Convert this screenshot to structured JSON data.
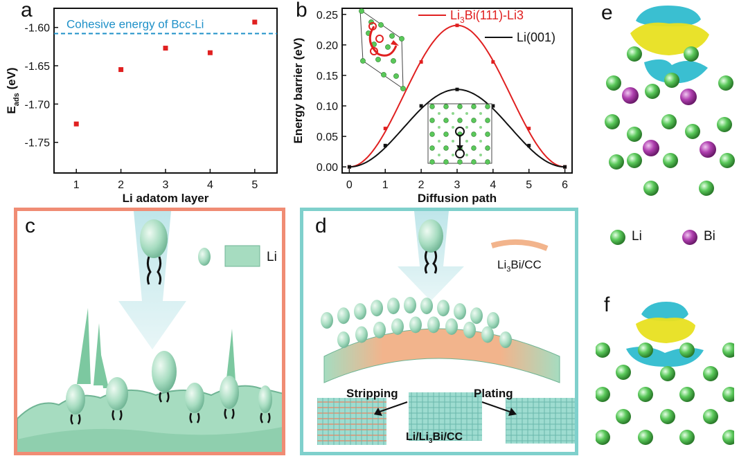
{
  "panel_letters": {
    "a": "a",
    "b": "b",
    "c": "c",
    "d": "d",
    "e": "e",
    "f": "f"
  },
  "chart_data": [
    {
      "type": "scatter",
      "panel": "a",
      "x": [
        1,
        2,
        3,
        4,
        5
      ],
      "y": [
        -1.726,
        -1.655,
        -1.627,
        -1.633,
        -1.593
      ],
      "xlabel": "Li  adatom layer",
      "ylabel_main": "E",
      "ylabel_sub": "ads",
      "ylabel_unit": " (eV)",
      "xlim": [
        0.5,
        5.5
      ],
      "ylim": [
        -1.79,
        -1.575
      ],
      "xticks": [
        "1",
        "2",
        "3",
        "4",
        "5"
      ],
      "yticks": [
        "-1.60",
        "-1.65",
        "-1.70",
        "-1.75"
      ],
      "ytick_values": [
        -1.6,
        -1.65,
        -1.7,
        -1.75
      ],
      "reference_line": {
        "label": "Cohesive energy of Bcc-Li",
        "y": -1.608,
        "color": "#1e90c8"
      },
      "marker_color": "#e02020"
    },
    {
      "type": "line",
      "panel": "b",
      "xlabel": "Diffusion path",
      "ylabel": "Energy barrier (eV)",
      "xlim": [
        -0.2,
        6.2
      ],
      "ylim": [
        -0.01,
        0.26
      ],
      "xticks": [
        "0",
        "1",
        "2",
        "3",
        "4",
        "5",
        "6"
      ],
      "yticks": [
        "0.00",
        "0.05",
        "0.10",
        "0.15",
        "0.20",
        "0.25"
      ],
      "ytick_values": [
        0,
        0.05,
        0.1,
        0.15,
        0.2,
        0.25
      ],
      "series": [
        {
          "name": "Li",
          "name_sub": "3",
          "name_rest": "Bi(111)-Li3",
          "color": "#e02020",
          "x": [
            0,
            1,
            2,
            3,
            4,
            5,
            6
          ],
          "y": [
            0.0,
            0.063,
            0.172,
            0.232,
            0.172,
            0.063,
            0.0
          ]
        },
        {
          "name": "Li(001)",
          "color": "#111111",
          "x": [
            0,
            1,
            2,
            3,
            4,
            5,
            6
          ],
          "y": [
            0.0,
            0.035,
            0.1,
            0.127,
            0.1,
            0.035,
            0.0
          ]
        }
      ]
    }
  ],
  "panel_c": {
    "legend_text": "Li"
  },
  "panel_d": {
    "legend_prefix": "Li",
    "legend_sub": "3",
    "legend_rest": "Bi/CC",
    "stripping": "Stripping",
    "plating": "Plating",
    "center_prefix": "Li/Li",
    "center_sub": "3",
    "center_rest": "Bi/CC"
  },
  "panel_e_legend": {
    "li": "Li",
    "bi": "Bi"
  },
  "colors": {
    "li_atom": "#5ac85a",
    "bi_atom": "#b040b0",
    "lobe_cyan": "#25b8cc",
    "lobe_yellow": "#e8e020",
    "box_c": "#f08c74",
    "box_d": "#7fd0cc"
  }
}
